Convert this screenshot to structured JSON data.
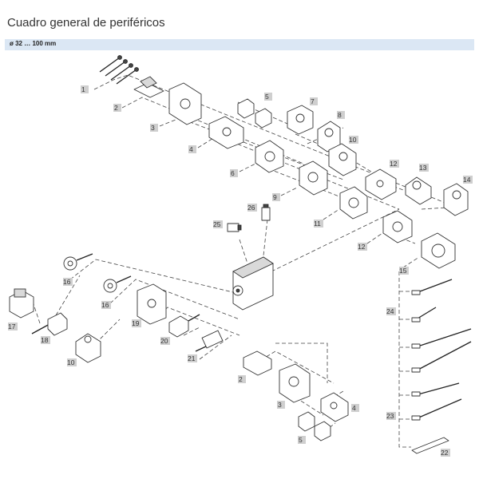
{
  "page": {
    "title": "Cuadro general de periféricos",
    "size_range": "ø 32 … 100 mm"
  },
  "callouts": {
    "c1": "1",
    "c2": "2",
    "c3": "3",
    "c4": "4",
    "c5": "5",
    "c6": "6",
    "c7": "7",
    "c8": "8",
    "c9": "9",
    "c10": "10",
    "c11": "11",
    "c12a": "12",
    "c12b": "12",
    "c13": "13",
    "c14": "14",
    "c15": "15",
    "c16a": "16",
    "c16b": "16",
    "c17": "17",
    "c18": "18",
    "c19": "19",
    "c10b": "10",
    "c20": "20",
    "c21": "21",
    "c25": "25",
    "c26": "26",
    "c24": "24",
    "c23": "23",
    "c22": "22",
    "c2b": "2",
    "c3b": "3",
    "c4b": "4",
    "c5b": "5"
  }
}
